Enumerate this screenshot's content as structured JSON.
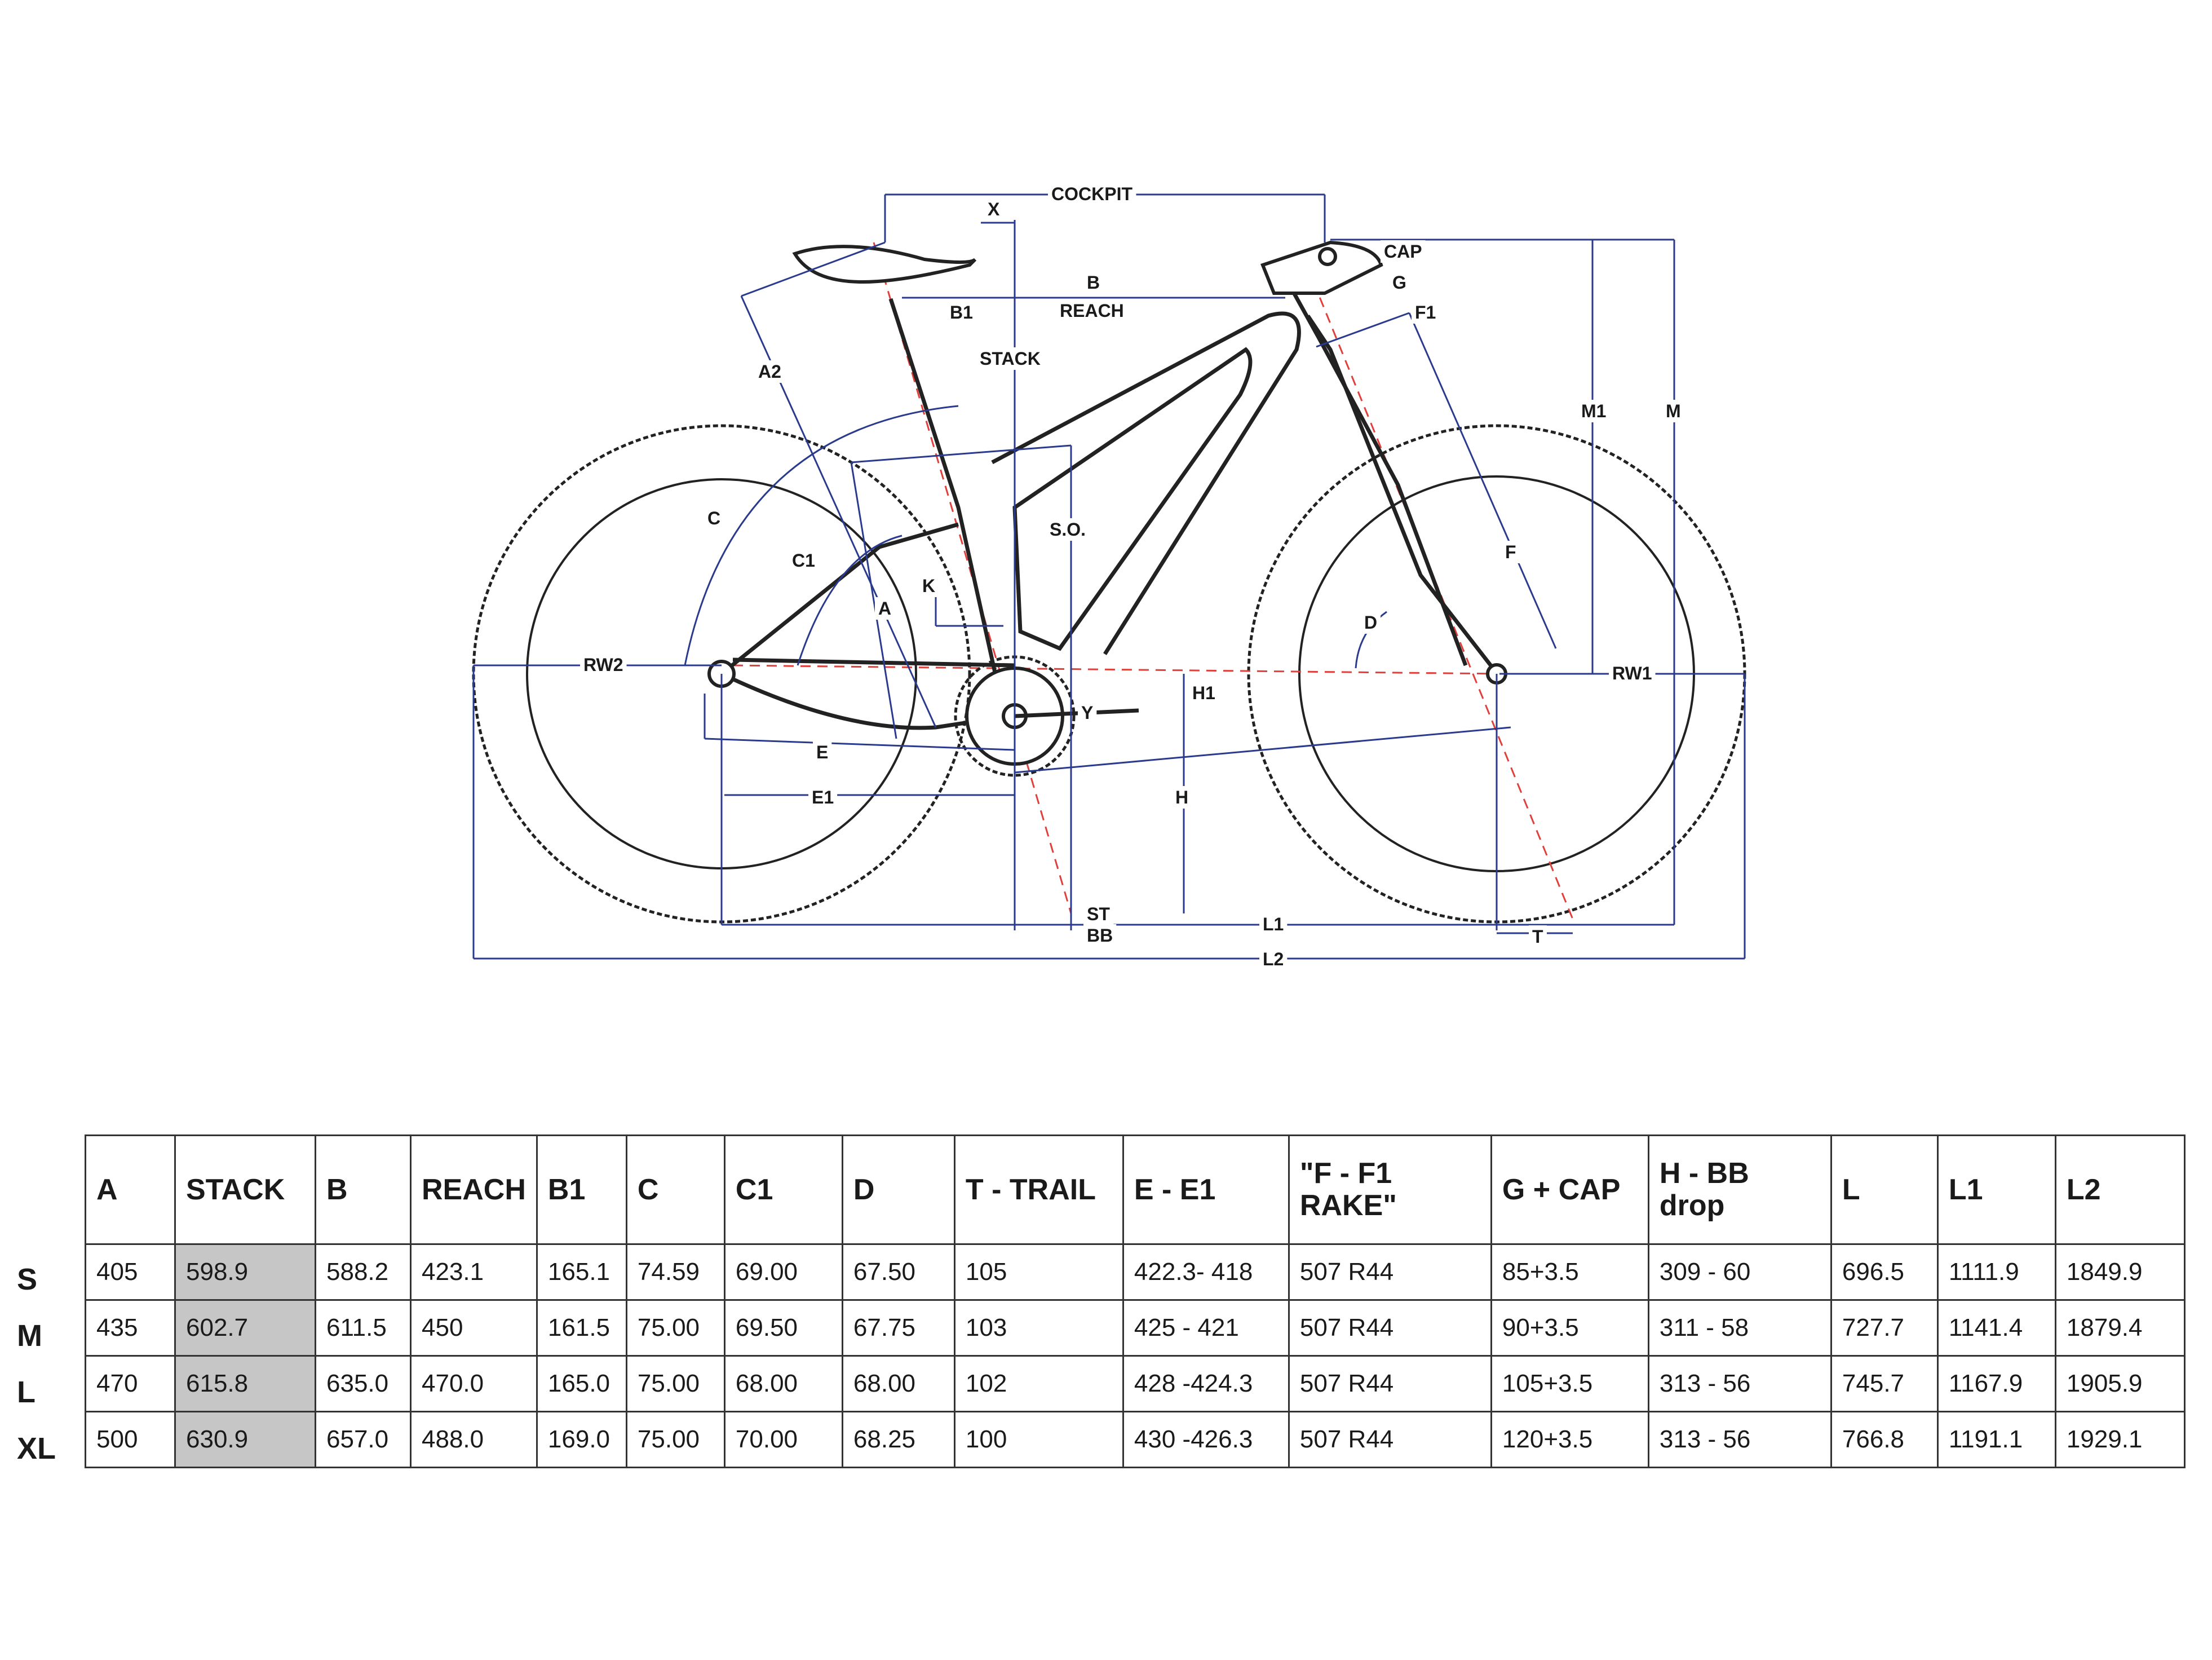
{
  "diagram": {
    "labels": {
      "cockpit": "COCKPIT",
      "x": "X",
      "cap": "CAP",
      "g": "G",
      "b": "B",
      "reach": "REACH",
      "b1": "B1",
      "f1": "F1",
      "stack": "STACK",
      "a2": "A2",
      "m1": "M1",
      "m": "M",
      "so": "S.O.",
      "c": "C",
      "c1": "C1",
      "k": "K",
      "a": "A",
      "f": "F",
      "d": "D",
      "rw2": "RW2",
      "rw1": "RW1",
      "h1": "H1",
      "y": "Y",
      "e": "E",
      "e1": "E1",
      "h": "H",
      "st": "ST",
      "bb": "BB",
      "l1": "L1",
      "t": "T",
      "l2": "L2"
    },
    "colors": {
      "dimension": "#2a3a8c",
      "axis": "#e0403c",
      "frame": "#222222"
    }
  },
  "table": {
    "headers": [
      "A",
      "STACK",
      "B",
      "REACH",
      "B1",
      "C",
      "C1",
      "D",
      "T - TRAIL",
      "E - E1",
      "\"F - F1\nRAKE\"",
      "G + CAP",
      "H - BB\ndrop",
      "L",
      "L1",
      "L2"
    ],
    "rows": [
      {
        "size": "S",
        "cells": [
          "405",
          "598.9",
          "588.2",
          "423.1",
          "165.1",
          "74.59",
          "69.00",
          "67.50",
          "105",
          "422.3- 418",
          "507 R44",
          "85+3.5",
          "309 - 60",
          "696.5",
          "1111.9",
          "1849.9"
        ]
      },
      {
        "size": "M",
        "cells": [
          "435",
          "602.7",
          "611.5",
          "450",
          "161.5",
          "75.00",
          "69.50",
          "67.75",
          "103",
          "425 - 421",
          "507 R44",
          "90+3.5",
          "311 - 58",
          "727.7",
          "1141.4",
          "1879.4"
        ]
      },
      {
        "size": "L",
        "cells": [
          "470",
          "615.8",
          "635.0",
          "470.0",
          "165.0",
          "75.00",
          "68.00",
          "68.00",
          "102",
          "428 -424.3",
          "507 R44",
          "105+3.5",
          "313 - 56",
          "745.7",
          "1167.9",
          "1905.9"
        ]
      },
      {
        "size": "XL",
        "cells": [
          "500",
          "630.9",
          "657.0",
          "488.0",
          "169.0",
          "75.00",
          "70.00",
          "68.25",
          "100",
          "430 -426.3",
          "507 R44",
          "120+3.5",
          "313 - 56",
          "766.8",
          "1191.1",
          "1929.1"
        ]
      }
    ],
    "highlight_column": "STACK",
    "highlight_color": "#c6c6c6"
  }
}
